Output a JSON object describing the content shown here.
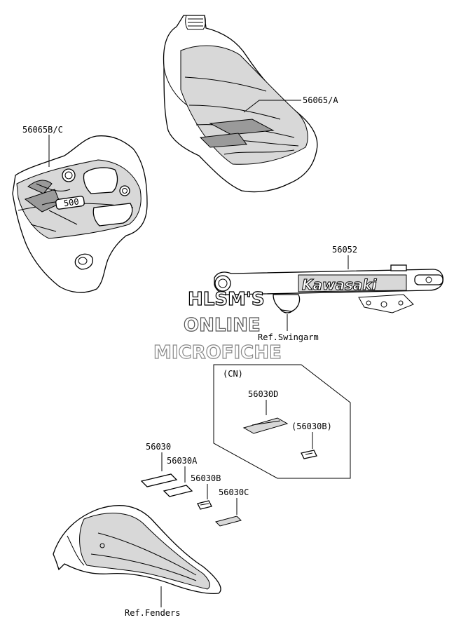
{
  "labels": {
    "tank": "56065/A",
    "shroud": "56065B/C",
    "swingarm_decal": "56052",
    "ref_swingarm": "Ref.Swingarm",
    "cn": "(CN)",
    "cn_d": "56030D",
    "cn_b": "(56030B)",
    "d0": "56030",
    "dA": "56030A",
    "dB": "56030B",
    "dC": "56030C",
    "ref_fenders": "Ref.Fenders"
  },
  "watermark": {
    "line1": "HLSM'S",
    "line2": "ONLINE",
    "line3": "MICROFICHE"
  },
  "swingarm_brand": "Kawasaki",
  "shroud_graphic": "500"
}
